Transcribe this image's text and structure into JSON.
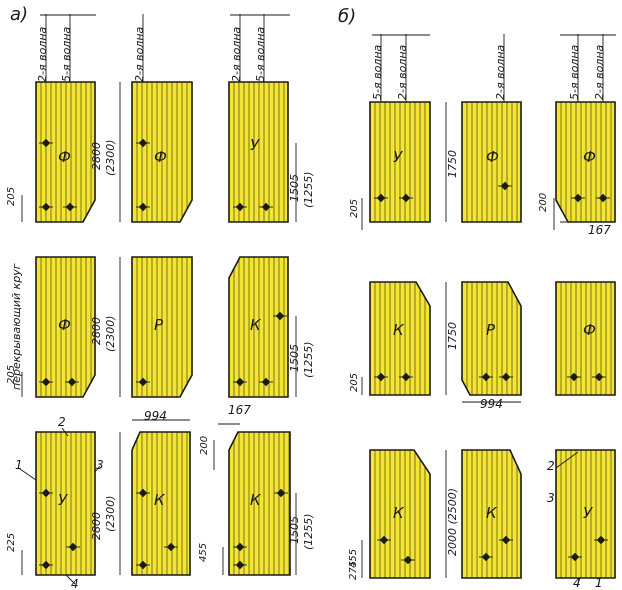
{
  "section_labels": {
    "a": "а)",
    "b": "б)"
  },
  "wave_labels": {
    "second": "2-я волна",
    "fifth": "5-я волна"
  },
  "side_note": "перекрывающий круг",
  "colors": {
    "panel_fill": "#f4e533",
    "panel_line": "#2a2a12",
    "ink": "#1a1a1a",
    "background": "#ffffff"
  },
  "section_a": {
    "row1": {
      "panel1": {
        "letter": "Ф",
        "dim_left": "205"
      },
      "panel2": {
        "letter": "Ф",
        "dim_height": "2800",
        "dim_height_alt": "(2300)"
      },
      "panel3": {
        "letter": "У",
        "dim_right": "1505",
        "dim_right_alt": "(1255)"
      }
    },
    "row2": {
      "panel1": {
        "letter": "Ф",
        "dim_left": "205"
      },
      "panel2": {
        "letter": "Р",
        "dim_height": "2800",
        "dim_height_alt": "(2300)"
      },
      "panel3": {
        "letter": "К",
        "dim_right": "1505",
        "dim_right_alt": "(1255)"
      }
    },
    "row3": {
      "panel1": {
        "letter": "У",
        "dim_left": "225",
        "callout_1": "1",
        "callout_2": "2",
        "callout_3": "3",
        "callout_4": "4"
      },
      "panel2": {
        "letter": "К",
        "dim_height": "2800",
        "dim_height_alt": "(2300)",
        "dim_width": "994"
      },
      "panel3": {
        "letter": "К",
        "dim_top": "200",
        "dim_offset": "167",
        "dim_right": "1505",
        "dim_right_alt": "(1255)",
        "dim_left": "455"
      }
    }
  },
  "section_b": {
    "row1": {
      "panel1": {
        "letter": "У",
        "dim_left": "205"
      },
      "panel2": {
        "letter": "Ф",
        "dim_height": "1750"
      },
      "panel3": {
        "letter": "Ф",
        "dim_left": "200",
        "dim_offset": "167"
      }
    },
    "row2": {
      "panel1": {
        "letter": "К",
        "dim_left": "205"
      },
      "panel2": {
        "letter": "Р",
        "dim_height": "1750",
        "dim_width": "994"
      },
      "panel3": {
        "letter": "Ф"
      }
    },
    "row3": {
      "panel1": {
        "letter": "К",
        "dim_left": "455",
        "dim_left_2": "275"
      },
      "panel2": {
        "letter": "К",
        "dim_height": "2000 (2500)"
      },
      "panel3": {
        "letter": "У",
        "callout_1": "1",
        "callout_2": "2",
        "callout_3": "3",
        "callout_4": "4"
      }
    }
  }
}
